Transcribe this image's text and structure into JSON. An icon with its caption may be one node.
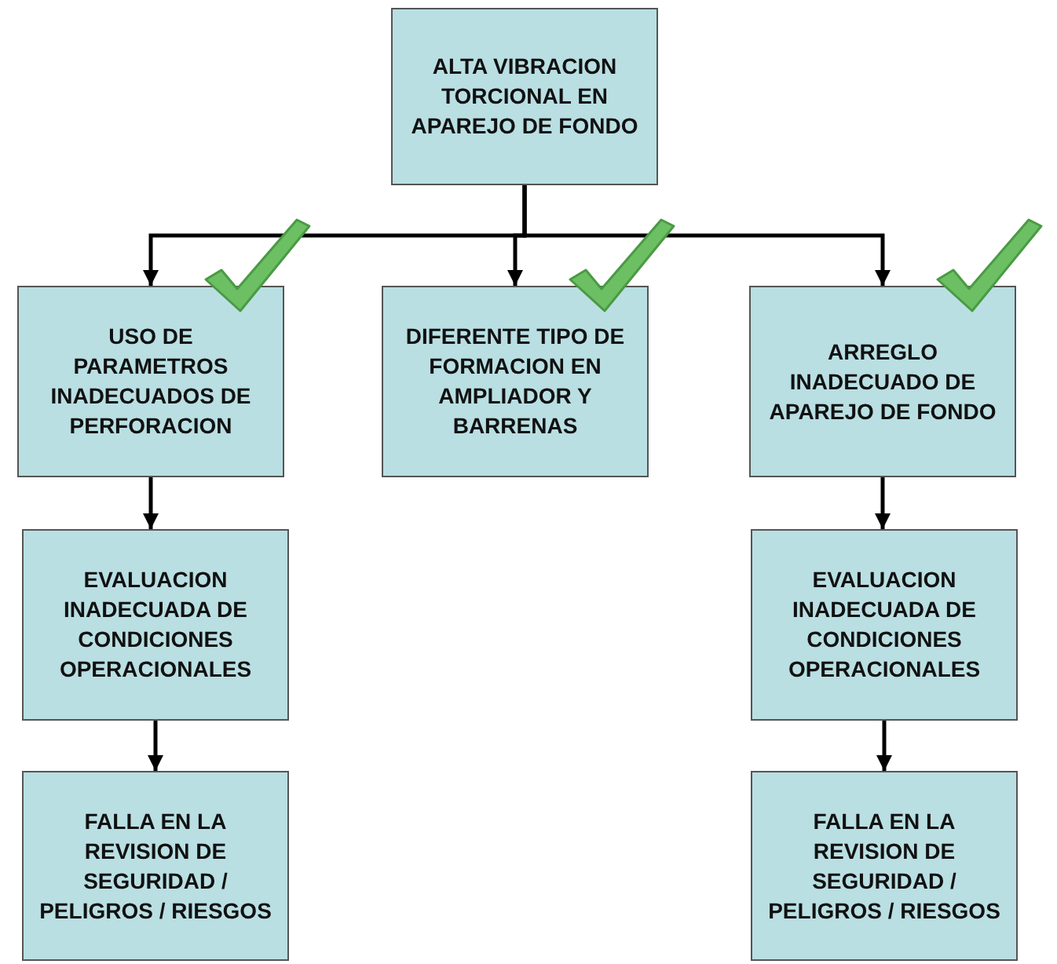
{
  "diagram": {
    "nodes": [
      {
        "text": [
          "ALTA VIBRACION TORCIONAL EN APAREJO DE FONDO"
        ]
      },
      {
        "text": [
          "USO DE PARAMETROS INADECUADOS DE PERFORACION"
        ]
      },
      {
        "text": [
          "DIFERENTE TIPO DE FORMACION EN AMPLIADOR Y BARRENAS"
        ]
      },
      {
        "text": [
          "ARREGLO INADECUADO DE APAREJO DE FONDO"
        ]
      },
      {
        "text": [
          "EVALUACION INADECUADA DE CONDICIONES OPERACIONALES"
        ]
      },
      {
        "text": [
          "FALLA EN LA REVISION DE SEGURIDAD / PELIGROS / RIESGOS"
        ]
      },
      {
        "text": [
          "EVALUACION INADECUADA DE CONDICIONES OPERACIONALES"
        ]
      },
      {
        "text": [
          "FALLA EN LA REVISION DE SEGURIDAD / PELIGROS / RIESGOS"
        ]
      }
    ],
    "edges": [
      {
        "from": 0,
        "to": 1,
        "arrow": "to"
      },
      {
        "from": 0,
        "to": 2,
        "arrow": "to"
      },
      {
        "from": 0,
        "to": 3,
        "arrow": "to"
      },
      {
        "from": 1,
        "to": 4,
        "arrow": "to"
      },
      {
        "from": 4,
        "to": 5,
        "arrow": "to"
      },
      {
        "from": 3,
        "to": 6,
        "arrow": "to"
      },
      {
        "from": 6,
        "to": 7,
        "arrow": "to"
      }
    ]
  }
}
